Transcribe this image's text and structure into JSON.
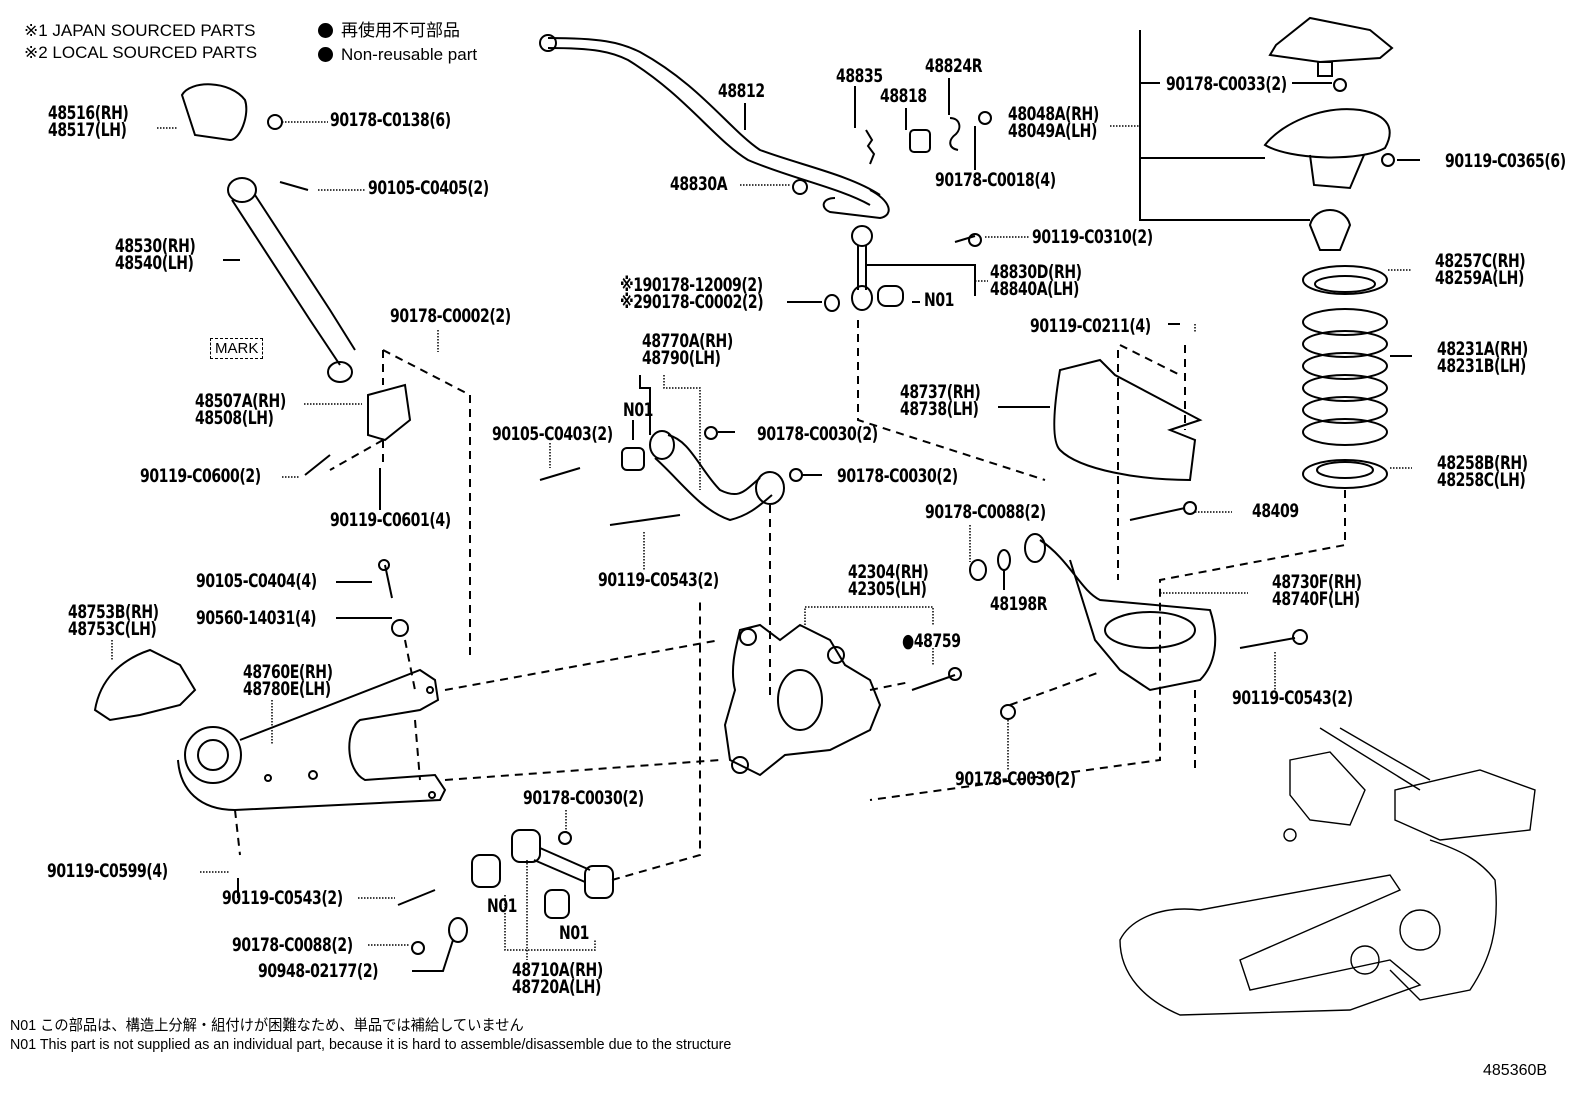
{
  "legend": {
    "japan_sourced": "※1 JAPAN SOURCED PARTS",
    "local_sourced": "※2 LOCAL SOURCED PARTS",
    "non_reusable_jp": "再使用不可部品",
    "non_reusable_en": "Non-reusable part",
    "non_reusable_icon": "filled-circle"
  },
  "parts": {
    "shock_mount_bracket": [
      "48516(RH)",
      "48517(LH)"
    ],
    "nut_c0138": "90178-C0138(6)",
    "bolt_c0405": "90105-C0405(2)",
    "shock_absorber": [
      "48530(RH)",
      "48540(LH)"
    ],
    "mark_label": "MARK",
    "nut_c0002_a": "90178-C0002(2)",
    "shock_lower_bracket": [
      "48507A(RH)",
      "48508(LH)"
    ],
    "bolt_c0600": "90119-C0600(2)",
    "bolt_c0601": "90119-C0601(4)",
    "stabilizer_bar": "48812",
    "stabilizer_bushing_clip": "48835",
    "stabilizer_bushing": "48818",
    "stabilizer_bracket": "48824R",
    "stabilizer_bushing_nut": "48830A",
    "nut_c0018": "90178-C0018(4)",
    "shock_support": [
      "48048A(RH)",
      "48049A(LH)"
    ],
    "nut_c0033": "90178-C0033(2)",
    "bolt_c0365": "90119-C0365(6)",
    "bolt_c0310": "90119-C0310(2)",
    "stabilizer_link": [
      "48830D(RH)",
      "48840A(LH)"
    ],
    "link_nut": [
      "※190178-12009(2)",
      "※290178-C0002(2)"
    ],
    "n01": "N01",
    "upper_arm_rear": [
      "48770A(RH)",
      "48790(LH)"
    ],
    "bolt_c0403": "90105-C0403(2)",
    "nut_c0030_a": "90178-C0030(2)",
    "nut_c0030_b": "90178-C0030(2)",
    "bolt_c0543_a": "90119-C0543(2)",
    "spring_upper_insulator": [
      "48257C(RH)",
      "48259A(LH)"
    ],
    "coil_spring": [
      "48231A(RH)",
      "48231B(LH)"
    ],
    "spring_lower_insulator": [
      "48258B(RH)",
      "48258C(LH)"
    ],
    "bolt_c0211": "90119-C0211(4)",
    "arm_cover": [
      "48737(RH)",
      "48738(LH)"
    ],
    "toe_adjust_bolt": "48409",
    "nut_c0088_a": "90178-C0088(2)",
    "cam_plate": "48198R",
    "lower_arm": [
      "48730F(RH)",
      "48740F(LH)"
    ],
    "bolt_c0543_b": "90119-C0543(2)",
    "nut_c0030_c": "90178-C0030(2)",
    "carrier": [
      "42304(RH)",
      "42305(LH)"
    ],
    "carrier_bolt": "●48759",
    "bolt_c0404": "90105-C0404(4)",
    "washer_14031": "90560-14031(4)",
    "trailing_arm_cover": [
      "48753B(RH)",
      "48753C(LH)"
    ],
    "trailing_arm": [
      "48760E(RH)",
      "48780E(LH)"
    ],
    "bolt_c0599": "90119-C0599(4)",
    "bolt_c0543_c": "90119-C0543(2)",
    "nut_c0088_b": "90178-C0088(2)",
    "cam_washer": "90948-02177(2)",
    "nut_c0030_d": "90178-C0030(2)",
    "toe_control_arm": [
      "48710A(RH)",
      "48720A(LH)"
    ]
  },
  "notes": {
    "n01_jp": "N01 この部品は、構造上分解・組付けが困難なため、単品では補給していません",
    "n01_en": "N01 This part is not supplied as an individual part, because it is hard to assemble/disassemble due to the structure"
  },
  "figure_id": "485360B"
}
